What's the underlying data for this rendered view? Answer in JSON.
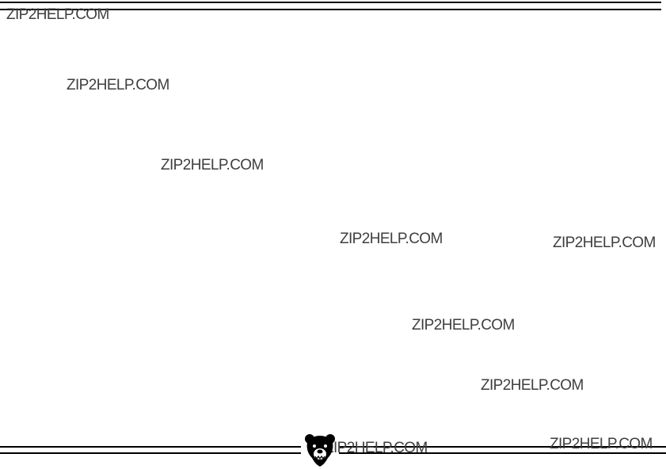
{
  "watermarks": [
    "ZIP2HELP.COM",
    "ZIP2HELP.COM",
    "ZIP2HELP.COM",
    "ZIP2HELP.COM",
    "ZIP2HELP.COM",
    "ZIP2HELP.COM",
    "ZIP2HELP.COM",
    "ZIP2HELP.COM",
    "ZIP2HELP.COM"
  ],
  "logo": {
    "icon": "bear-head-logo-icon"
  },
  "colors": {
    "rule": "#000000",
    "watermark_text": "#3f3f3f",
    "background": "#ffffff"
  }
}
